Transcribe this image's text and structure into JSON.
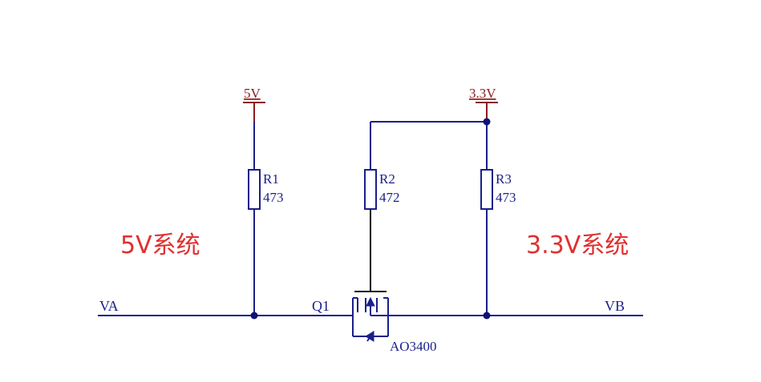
{
  "rails": {
    "left": "5V",
    "right": "3.3V"
  },
  "resistors": [
    {
      "ref": "R1",
      "value": "473"
    },
    {
      "ref": "R2",
      "value": "472"
    },
    {
      "ref": "R3",
      "value": "473"
    }
  ],
  "transistor": {
    "ref": "Q1",
    "part": "AO3400"
  },
  "nets": {
    "left": "VA",
    "right": "VB"
  },
  "systems": {
    "left": "5V系统",
    "right": "3.3V系统"
  },
  "colors": {
    "wire": "#1b1f8a",
    "rail": "#8a1c1c",
    "system_text": "#e03030"
  }
}
